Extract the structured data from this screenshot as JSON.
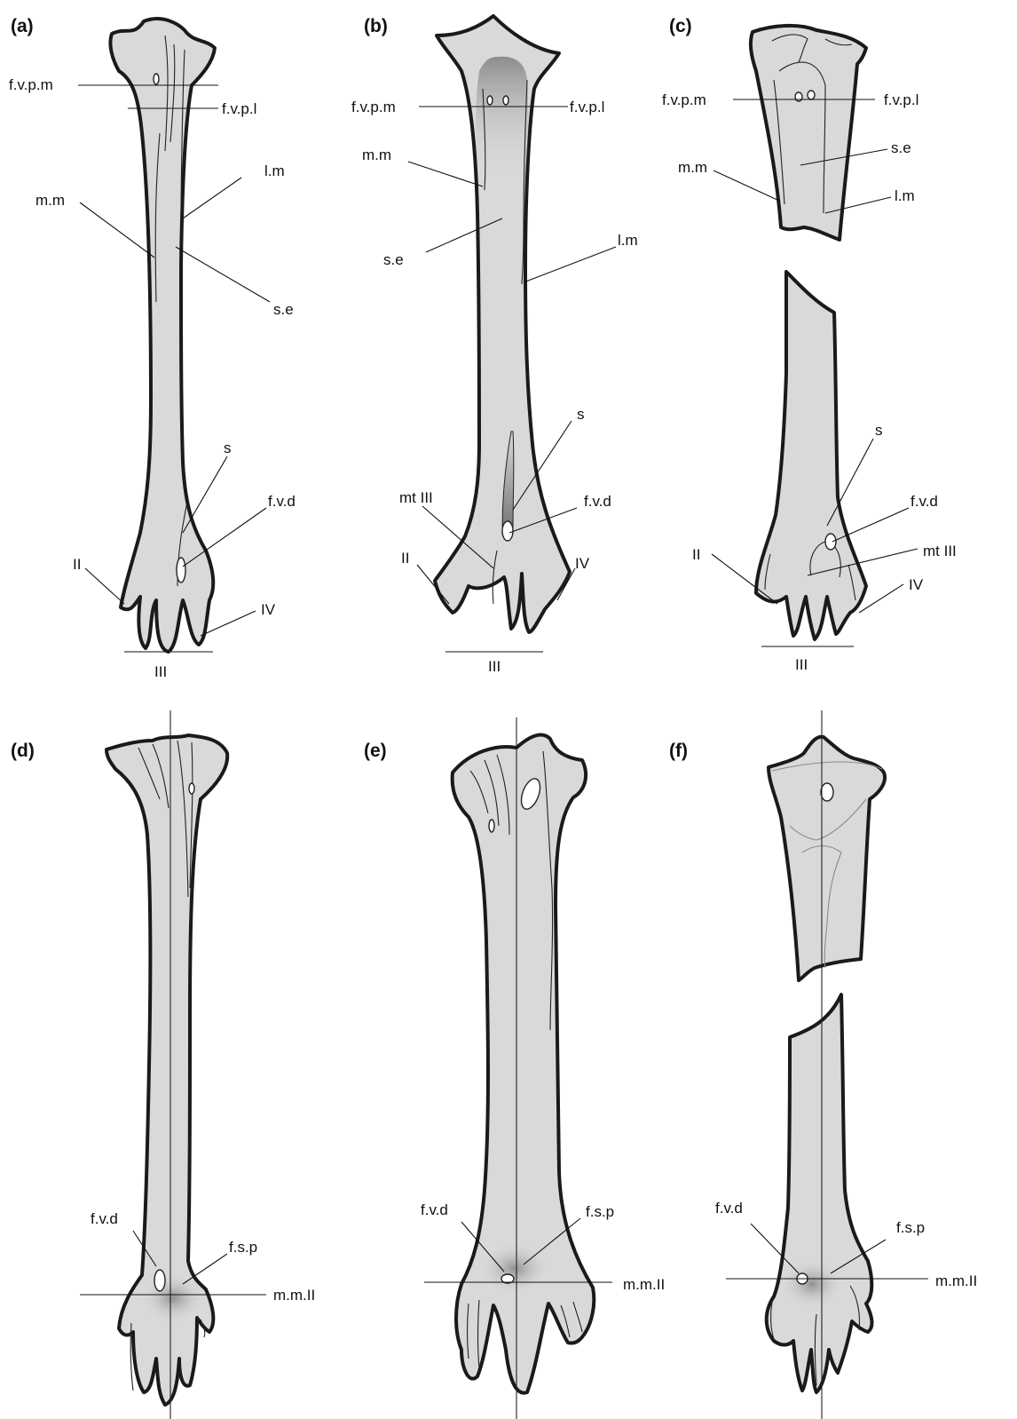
{
  "panels": {
    "a": {
      "letter": "(a)",
      "labels": {
        "fvpm": "f.v.p.m",
        "fvpl": "f.v.p.l",
        "lm": "l.m",
        "mm": "m.m",
        "se": "s.e",
        "s": "s",
        "fvd": "f.v.d",
        "II": "II",
        "IV": "IV",
        "III": "III"
      }
    },
    "b": {
      "letter": "(b)",
      "labels": {
        "fvpm": "f.v.p.m",
        "fvpl": "f.v.p.l",
        "mm": "m.m",
        "se": "s.e",
        "lm": "l.m",
        "s": "s",
        "mtIII": "mt III",
        "fvd": "f.v.d",
        "II": "II",
        "IV": "IV",
        "III": "III"
      }
    },
    "c": {
      "letter": "(c)",
      "labels": {
        "fvpm": "f.v.p.m",
        "fvpl": "f.v.p.l",
        "se": "s.e",
        "mm": "m.m",
        "lm": "l.m",
        "s": "s",
        "fvd": "f.v.d",
        "mtIII": "mt III",
        "II": "II",
        "IV": "IV",
        "III": "III"
      }
    },
    "d": {
      "letter": "(d)",
      "labels": {
        "fvd": "f.v.d",
        "fsp": "f.s.p",
        "mmII": "m.m.II"
      }
    },
    "e": {
      "letter": "(e)",
      "labels": {
        "fvd": "f.v.d",
        "fsp": "f.s.p",
        "mmII": "m.m.II"
      }
    },
    "f": {
      "letter": "(f)",
      "labels": {
        "fvd": "f.v.d",
        "fsp": "f.s.p",
        "mmII": "m.m.II"
      }
    }
  },
  "colors": {
    "bone_fill": "#d9d9d9",
    "outline": "#1a1a1a",
    "dark_shading": "#8c8c8c"
  }
}
